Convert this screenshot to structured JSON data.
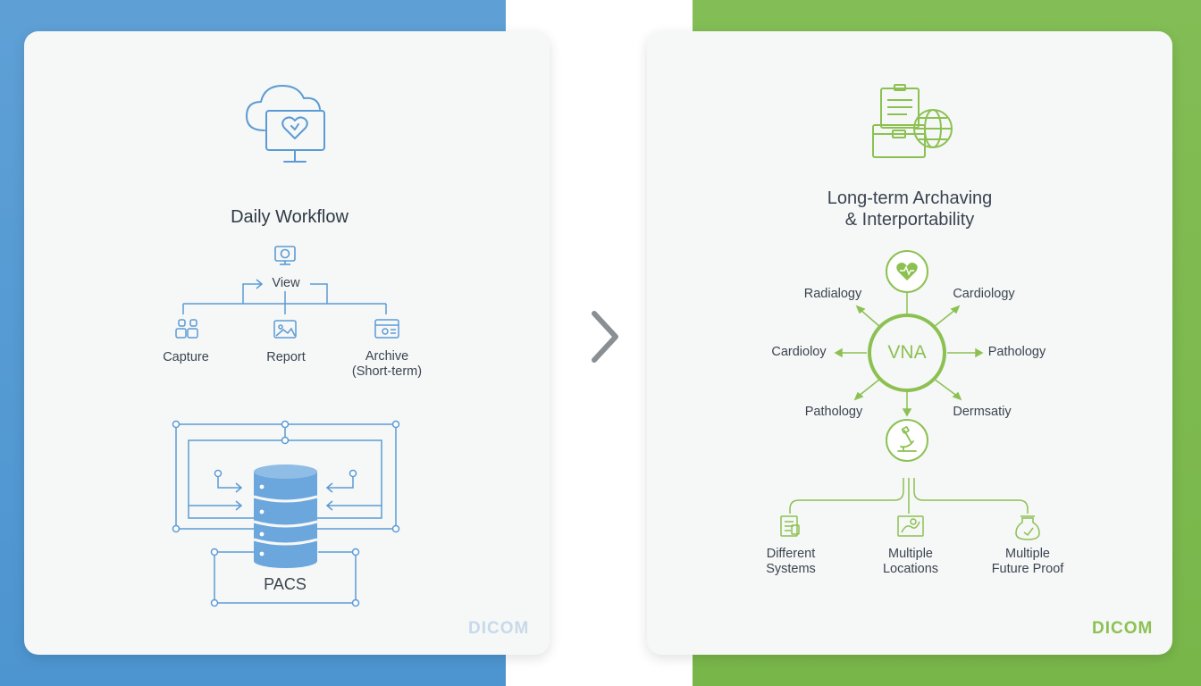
{
  "left_panel": {
    "title": "Daily Workflow",
    "workflow": {
      "view_label": "View",
      "capture_label": "Capture",
      "report_label": "Report",
      "archive_label_line1": "Archive",
      "archive_label_line2": "(Short-term)"
    },
    "storage_label": "PACS",
    "footer_label": "DICOM",
    "accent_color": "#5b9bd5"
  },
  "right_panel": {
    "title_line1": "Long-term Archaving",
    "title_line2": "& Interportability",
    "hub_label": "VNA",
    "spokes": {
      "top_left": "Radialogy",
      "top_right": "Cardiology",
      "mid_left": "Cardioloy",
      "mid_right": "Pathology",
      "bottom_left": "Pathology",
      "bottom_right": "Dermsatiy"
    },
    "benefits": [
      {
        "line1": "Different",
        "line2": "Systems"
      },
      {
        "line1": "Multiple",
        "line2": "Locations"
      },
      {
        "line1": "Multiple",
        "line2": "Future Proof"
      }
    ],
    "footer_label": "DICOM",
    "accent_color": "#8cc152"
  },
  "navigation": {
    "next_icon": "chevron-right-icon"
  }
}
